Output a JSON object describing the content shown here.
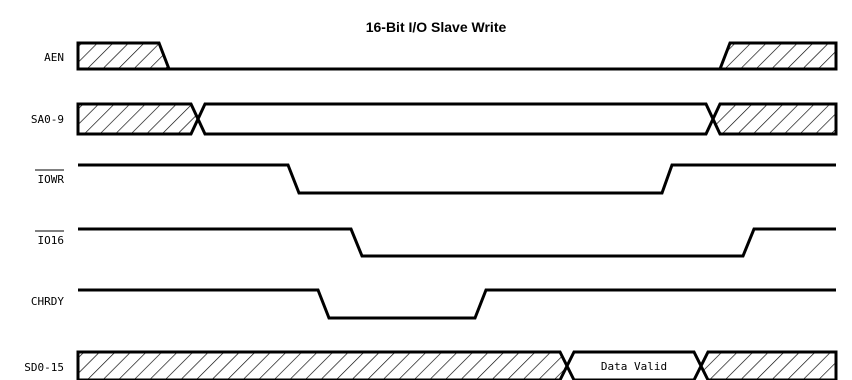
{
  "title": "16-Bit I/O Slave Write",
  "signals": [
    {
      "id": "aen",
      "label": "AEN",
      "active_low": false
    },
    {
      "id": "sa",
      "label": "SA0-9",
      "active_low": false
    },
    {
      "id": "iowr",
      "label": "IOWR",
      "active_low": true
    },
    {
      "id": "io16",
      "label": "IO16",
      "active_low": true
    },
    {
      "id": "chrdy",
      "label": "CHRDY",
      "active_low": false
    },
    {
      "id": "sd",
      "label": "SD0-15",
      "active_low": false
    }
  ],
  "data_valid_label": "Data Valid"
}
